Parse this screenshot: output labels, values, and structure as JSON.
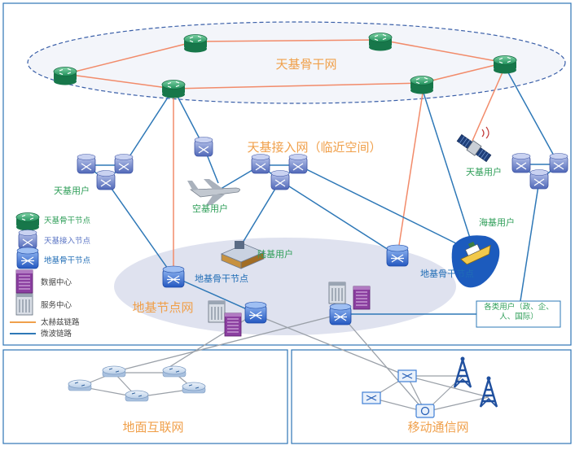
{
  "colors": {
    "terahertz_link": "#f28b6a",
    "microwave_link": "#2e78b7",
    "frame_border": "#2e75b6",
    "label_orange": "#f0a04b",
    "label_green": "#2e9e58",
    "label_blue": "#1f6cb5",
    "backbone_green": "#1f9a63",
    "access_blue": "#5a74c4",
    "ground_blue": "#3a6fd0",
    "data_center": "#8b3fa0",
    "ground_region": "#dfe2ef",
    "mobile_net": "#3f7fd6",
    "internet_node": "#cfe0f2"
  },
  "regions": {
    "space_backbone": "天基骨干网",
    "space_access": "天基接入网（临近空间）",
    "ground_nodes": "地基节点网",
    "ground_internet": "地面互联网",
    "mobile_comm": "移动通信网"
  },
  "user_labels": {
    "space_user_left": "天基用户",
    "space_user_right": "天基用户",
    "air_user": "空基用户",
    "land_user": "陆基用户",
    "sea_user": "海基用户",
    "ground_node_left": "地基骨干节点",
    "ground_node_right": "地基骨干节点",
    "all_users": "各类用户（政、企、人、国际）"
  },
  "legend": {
    "backbone_node": "天基骨干节点",
    "access_node": "天基接入节点",
    "ground_node": "地基骨干节点",
    "data_center": "数据中心",
    "service_center": "服务中心",
    "terahertz_link": "太赫兹链路",
    "microwave_link": "微波链路"
  },
  "icons": {
    "backbone_node": "green-router-icon",
    "access_node": "blue-access-switch-icon",
    "ground_node": "blue-ground-switch-icon",
    "data_center": "purple-building-icon",
    "service_center": "gray-building-icon",
    "satellite": "satellite-icon",
    "airplane": "airplane-icon",
    "ground_station": "ground-station-icon",
    "ship": "ship-icon",
    "radio_tower": "radio-tower-icon",
    "router": "router-icon"
  }
}
